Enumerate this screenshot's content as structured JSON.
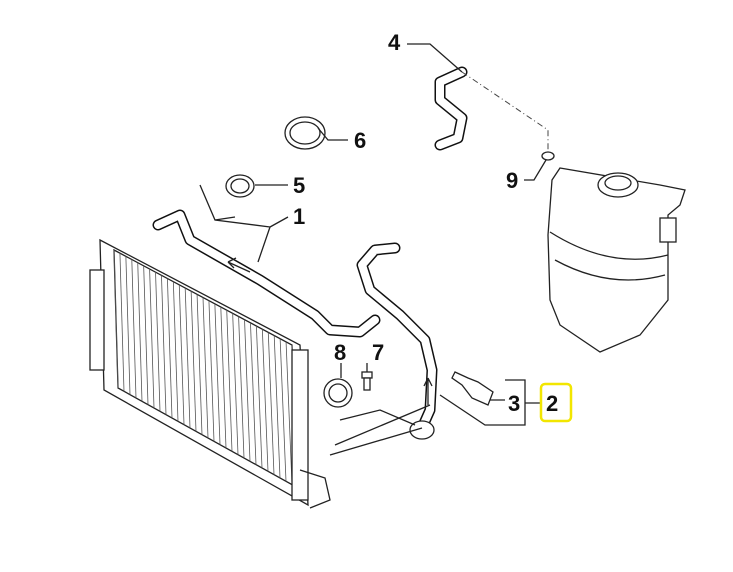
{
  "callouts": {
    "c1": "1",
    "c2": "2",
    "c3": "3",
    "c4": "4",
    "c5": "5",
    "c6": "6",
    "c7": "7",
    "c8": "8",
    "c9": "9"
  },
  "highlight": {
    "label": "2",
    "color": "#f2e600"
  }
}
